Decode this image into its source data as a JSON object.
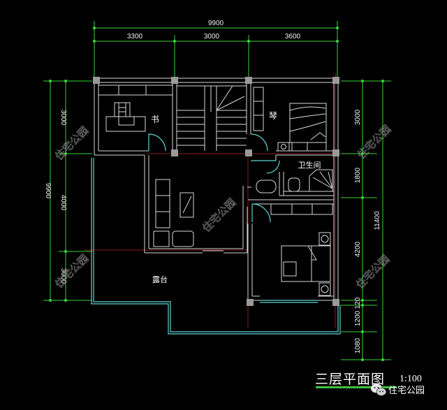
{
  "drawing": {
    "title": "三层平面图",
    "scale": "1:100",
    "watermark": "住宅公园",
    "brand": "住宅公园"
  },
  "dimensions": {
    "top_total": "9900",
    "top_segments": [
      "3300",
      "3000",
      "3600"
    ],
    "left_total": "9900",
    "left_segments": [
      "3000",
      "4000",
      "3000"
    ],
    "right_total": "11400",
    "right_segments": [
      "3000",
      "1800",
      "4200",
      "120",
      "1200",
      "1080"
    ]
  },
  "rooms": {
    "study": "书",
    "piano_room": "琴",
    "bathroom": "卫生间",
    "terrace": "露台"
  },
  "colors": {
    "background": "#000000",
    "walls": "#d8d8d8",
    "dimension_lines": "#39d439",
    "parapet": "#5fd3d3",
    "axis_lines": "#8b1a1a",
    "column_fill": "#9a9a9a"
  }
}
